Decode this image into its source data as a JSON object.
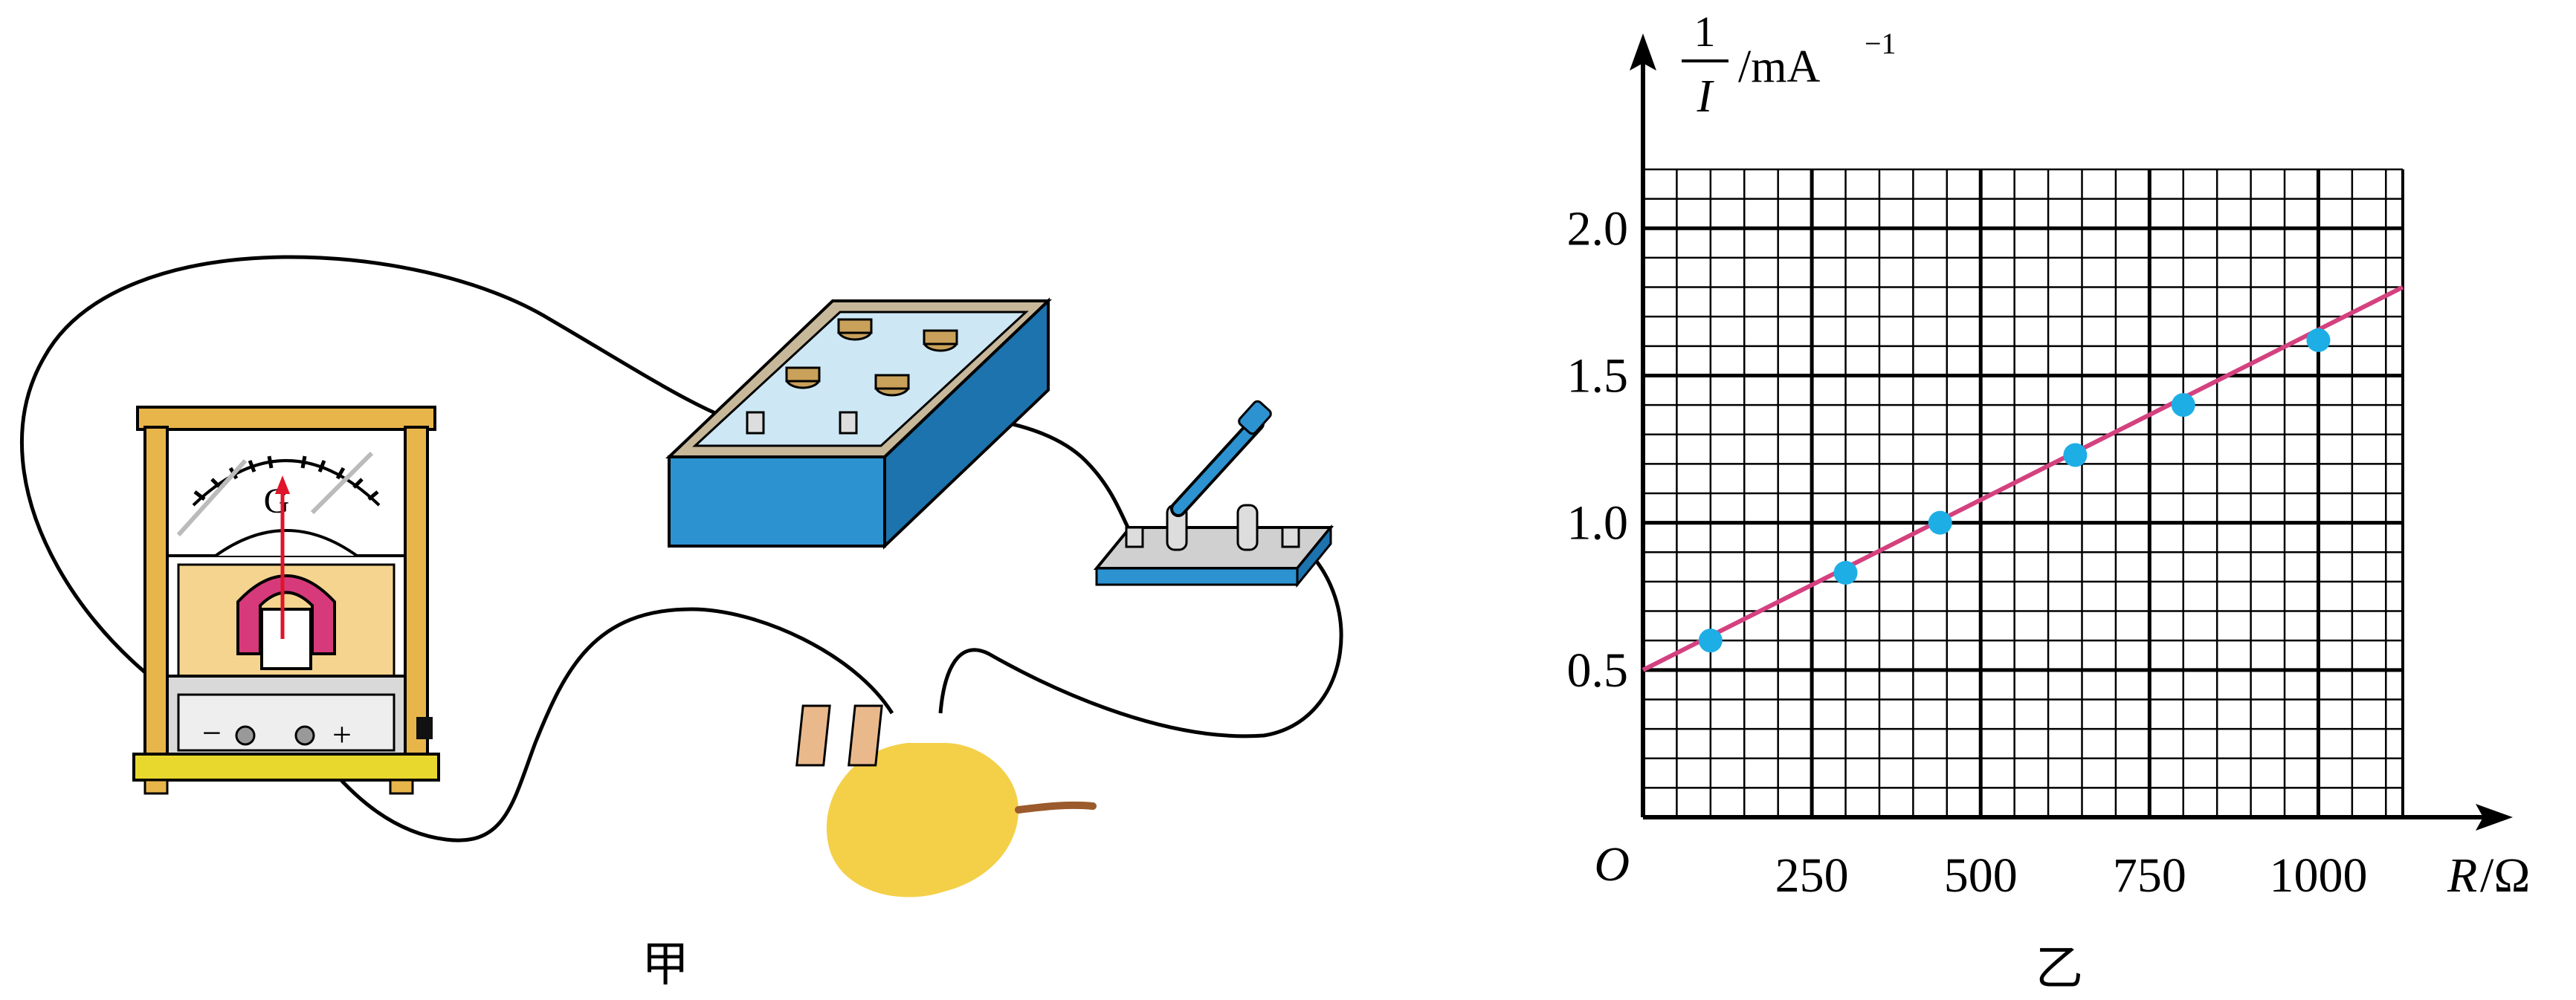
{
  "figure_jia": {
    "caption": "甲",
    "galvanometer": {
      "symbol": "G",
      "minus": "−",
      "plus": "+"
    }
  },
  "figure_yi": {
    "caption": "乙",
    "y_label": {
      "numerator": "1",
      "denominator": "I",
      "unit": "/mA",
      "exponent": "−1"
    },
    "x_label": {
      "var": "R",
      "unit": "/Ω"
    },
    "origin": "O",
    "colors": {
      "line": "#d4417f",
      "points": "#1eaee6"
    }
  },
  "chart_data": {
    "type": "scatter",
    "xlabel": "R/Ω",
    "ylabel": "1/I /mA⁻¹",
    "xlim": [
      0,
      1125
    ],
    "ylim": [
      0,
      2.2
    ],
    "x_ticks": [
      "250",
      "500",
      "750",
      "1000"
    ],
    "y_ticks": [
      "0.5",
      "1.0",
      "1.5",
      "2.0"
    ],
    "grid": true,
    "points": [
      {
        "x": 100,
        "y": 0.6
      },
      {
        "x": 300,
        "y": 0.83
      },
      {
        "x": 440,
        "y": 1.0
      },
      {
        "x": 640,
        "y": 1.23
      },
      {
        "x": 800,
        "y": 1.4
      },
      {
        "x": 1000,
        "y": 1.62
      }
    ],
    "fit_line": {
      "x": [
        0,
        1125
      ],
      "y": [
        0.5,
        1.8
      ]
    }
  }
}
